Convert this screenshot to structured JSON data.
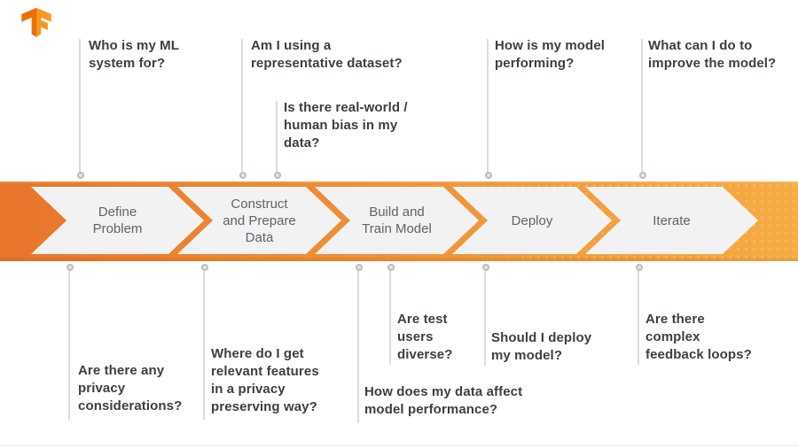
{
  "app": {
    "title": "TensorFlow ML workflow diagram",
    "logo": "TensorFlow"
  },
  "colors": {
    "band_left": "#e8752b",
    "band_right": "#f5ac44",
    "stage_fill": "#f2f2f2",
    "stage_text": "#5f6368",
    "question_text": "#3c4043",
    "connector_line": "#dadce0",
    "connector_dot": "#b9bdc1",
    "logo_dark_orange": "#e8710a",
    "logo_light_orange": "#f9961f"
  },
  "flow": {
    "stages": [
      {
        "label": "Define\nProblem"
      },
      {
        "label": "Construct\nand Prepare\nData"
      },
      {
        "label": "Build and\nTrain Model"
      },
      {
        "label": "Deploy"
      },
      {
        "label": "Iterate"
      }
    ]
  },
  "questions_top": [
    {
      "text": "Who is my ML\nsystem for?"
    },
    {
      "text": "Am I using a\nrepresentative dataset?"
    },
    {
      "text": "Is there real-world /\nhuman bias in my\ndata?"
    },
    {
      "text": "How is my model\nperforming?"
    },
    {
      "text": "What can I do to\nimprove the model?"
    }
  ],
  "questions_bottom": [
    {
      "text": "Are there any\nprivacy\nconsiderations?"
    },
    {
      "text": "Where do I get\nrelevant features\nin a privacy\npreserving way?"
    },
    {
      "text": "How does my data affect\nmodel performance?"
    },
    {
      "text": "Are test\nusers\ndiverse?"
    },
    {
      "text": "Should I deploy\nmy model?"
    },
    {
      "text": "Are there\ncomplex\nfeedback loops?"
    }
  ]
}
